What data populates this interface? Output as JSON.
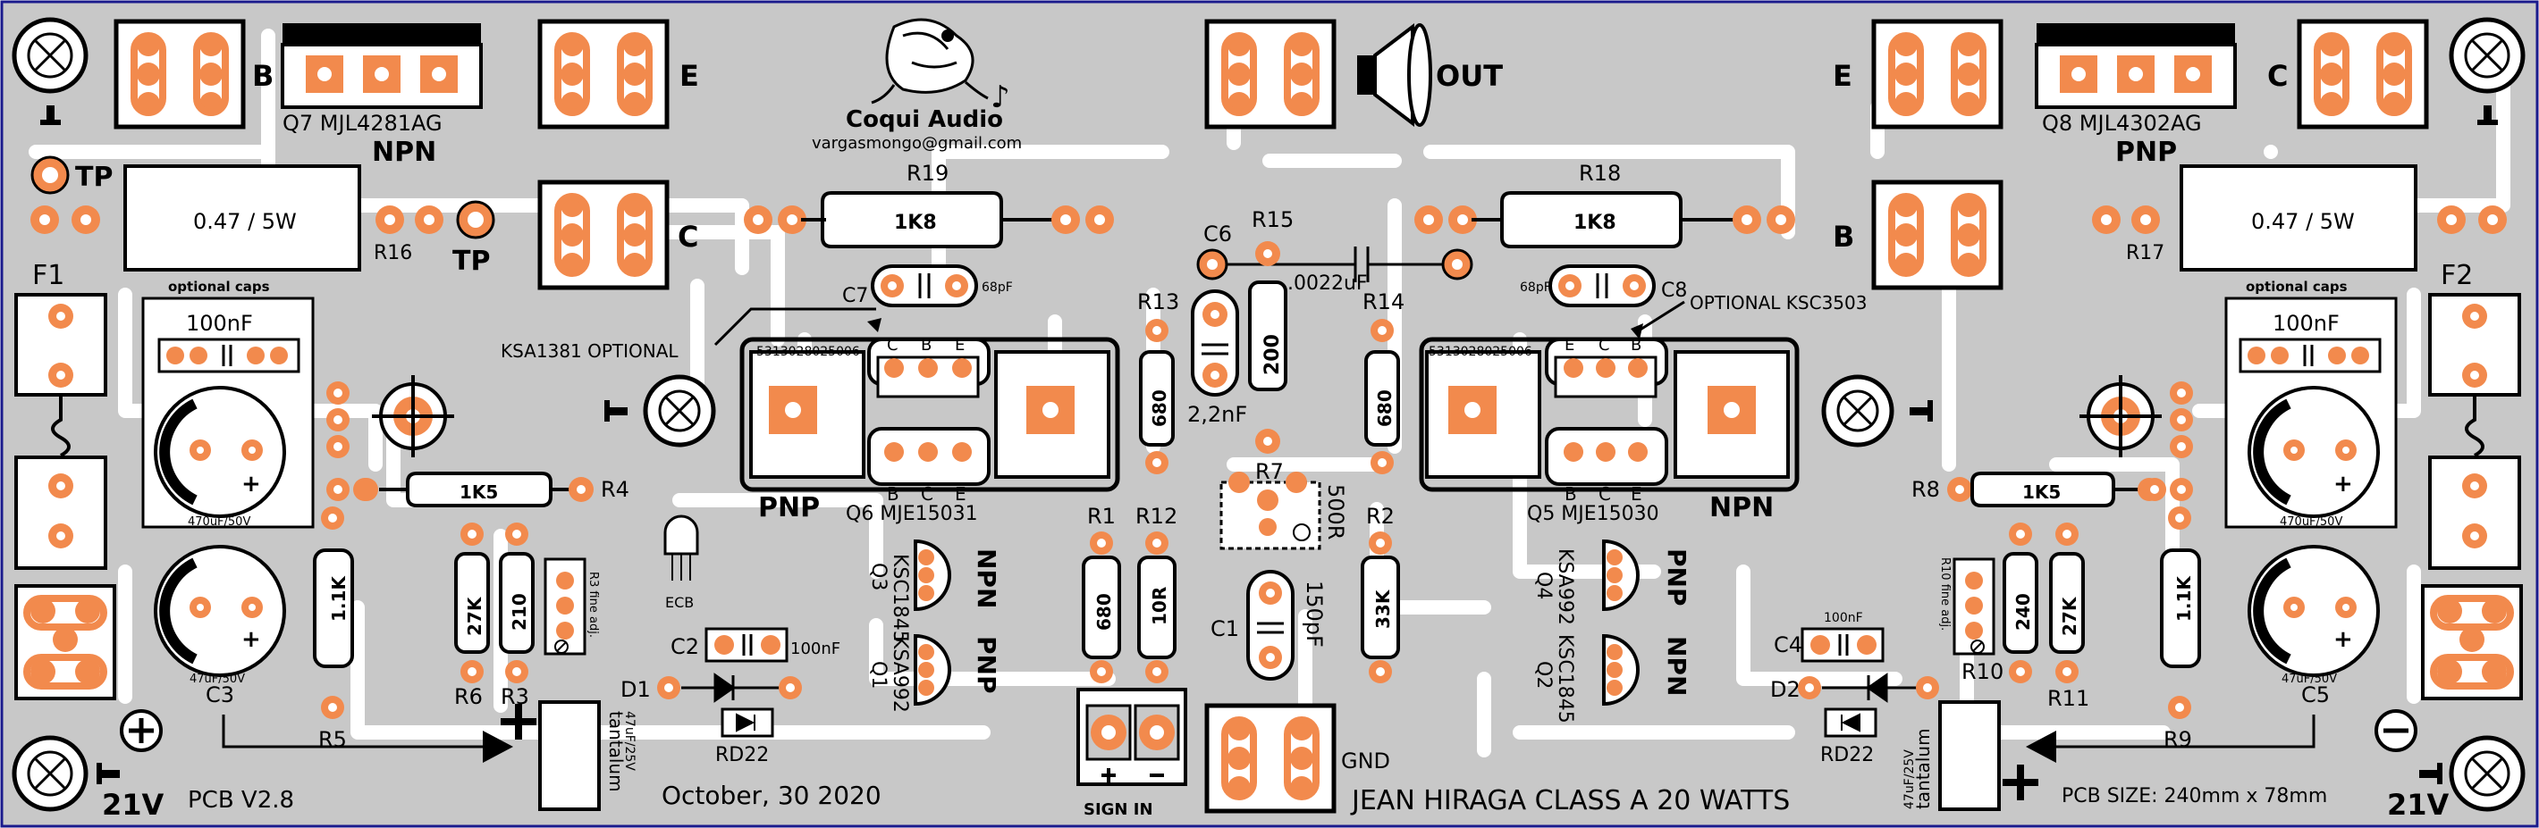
{
  "colors": {
    "board": "#c8c8c8",
    "trace": "#ffffff",
    "pad": "#f28a4d",
    "ink": "#000000",
    "frame": "#1a1a8c"
  },
  "board_title": "JEAN HIRAGA CLASS A 20 WATTS",
  "pcb_version": "PCB V2.8",
  "pcb_date": "October, 30 2020",
  "pcb_size": "PCB SIZE: 240mm x 78mm",
  "logo": {
    "name": "Coqui Audio",
    "email": "vargasmongo@gmail.com",
    "icon": "frog-logo-icon"
  },
  "terminals": {
    "out": "OUT",
    "gnd": "GND",
    "sign_in": "SIGN IN",
    "b_left": "B",
    "e_left": "E",
    "c_left": "C",
    "e_right": "E",
    "c_right": "C",
    "b_right": "B",
    "tp": "TP",
    "f1": "F1",
    "f2": "F2",
    "supply_left": "21V",
    "supply_right": "21V",
    "plus": "+",
    "minus": "−"
  },
  "transistors": {
    "q7": "Q7 MJL4281AG",
    "q7_type": "NPN",
    "q8": "Q8 MJL4302AG",
    "q8_type": "PNP",
    "q6": "Q6 MJE15031",
    "q6_type": "PNP",
    "q5": "Q5 MJE15030",
    "q5_type": "NPN",
    "q3": "Q3",
    "q3_part": "KSC1845",
    "q3_type": "NPN",
    "q1": "Q1",
    "q1_part": "KSA992",
    "q1_type": "PNP",
    "q4": "Q4",
    "q4_part": "KSA992",
    "q4_type": "PNP",
    "q2": "Q2",
    "q2_part": "KSC1845",
    "q2_type": "NPN",
    "ksa1381": "KSA1381  OPTIONAL",
    "ksc3503": "OPTIONAL  KSC3503",
    "heatsink_part": "5313028025006",
    "pin_e": "E",
    "pin_c": "C",
    "pin_b": "B",
    "tr_label": "ECB"
  },
  "resistors": {
    "r19": "R19",
    "r19_val": "1K8",
    "r18": "R18",
    "r18_val": "1K8",
    "r16": "R16",
    "r16_val": "0.47 / 5W",
    "r17": "R17",
    "r17_val": "0.47 / 5W",
    "r4": "R4",
    "r4_val": "1K5",
    "r8": "R8",
    "r8_val": "1K5",
    "r5": "R5",
    "r5_val": "1.1K",
    "r9": "R9",
    "r9_val": "1.1K",
    "r6": "R6",
    "r6_val": "27K",
    "r3": "R3",
    "r3_val": "210",
    "r10": "R10",
    "r10_val": "240",
    "r11": "R11",
    "r11_val": "27K",
    "r13": "R13",
    "r13_val": "680",
    "r14": "R14",
    "r14_val": "680",
    "r15": "R15",
    "r15_val": "200",
    "r1": "R1",
    "r1_val": "680",
    "r12": "R12",
    "r12_val": "10R",
    "r2": "R2",
    "r2_val": "33K",
    "r7": "R7",
    "r7_val": "500R",
    "r3_adj": "R3 fine adj.",
    "r10_adj": "R10 fine adj."
  },
  "capacitors": {
    "c6": "C6",
    "c6_val": ".0022uF",
    "c7": "C7",
    "c8": "C8",
    "c78_val": "68pF",
    "c1": "C1",
    "c1_val": "150pF",
    "cc": "2,2nF",
    "c2": "C2",
    "c2_val": "100nF",
    "c4": "C4",
    "c4_val": "100nF",
    "c3": "C3",
    "c5": "C5",
    "c35_val": "47uF/50V",
    "opt_caps": "optional caps",
    "opt_100n": "100nF",
    "opt_470": "470uF/50V",
    "tant_label": "tantalum",
    "tant_val": "47uF/25V"
  },
  "diodes": {
    "d1": "D1",
    "d2": "D2",
    "rd22": "RD22"
  }
}
